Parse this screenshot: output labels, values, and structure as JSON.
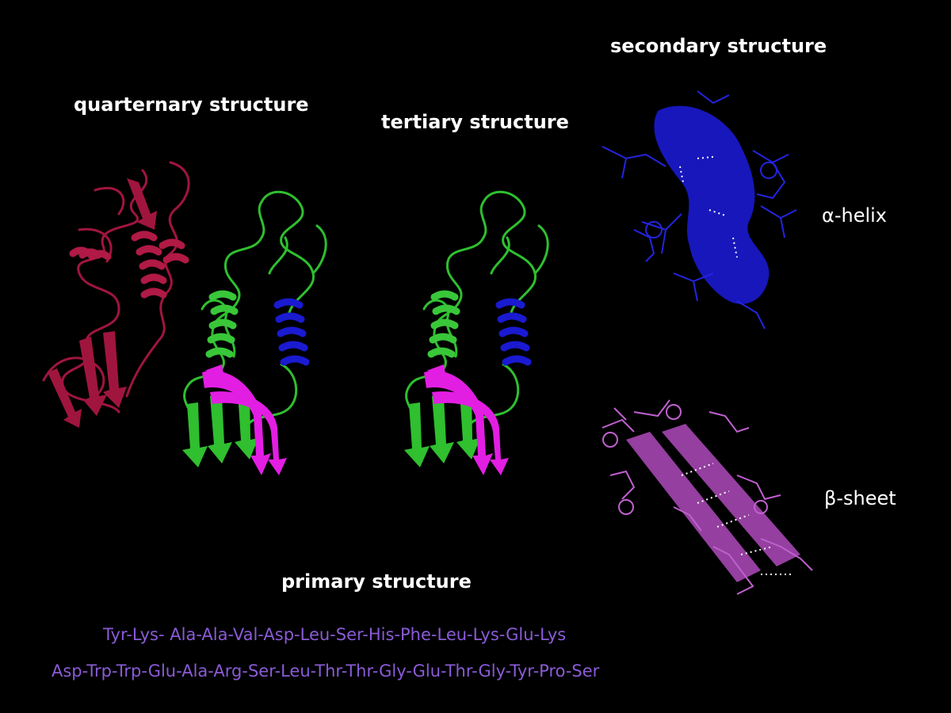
{
  "labels": {
    "secondary": "secondary structure",
    "quaternary": "quarternary structure",
    "tertiary": "tertiary structure",
    "primary": "primary structure",
    "alpha_helix": "α-helix",
    "beta_sheet": "β-sheet"
  },
  "sequence": {
    "line1": "Tyr-Lys- Ala-Ala-Val-Asp-Leu-Ser-His-Phe-Leu-Lys-Glu-Lys",
    "line2": "Asp-Trp-Trp-Glu-Ala-Arg-Ser-Leu-Thr-Thr-Gly-Glu-Thr-Gly-Tyr-Pro-Ser"
  },
  "colors": {
    "background": "#000000",
    "quaternary_chain": "#a0153e",
    "tertiary_chain": "#2fbf2f",
    "helix": "#1a1ad0",
    "sheet": "#e31ee3",
    "beta_model": "#b04bbd",
    "sequence_text": "#8a5bd6"
  }
}
